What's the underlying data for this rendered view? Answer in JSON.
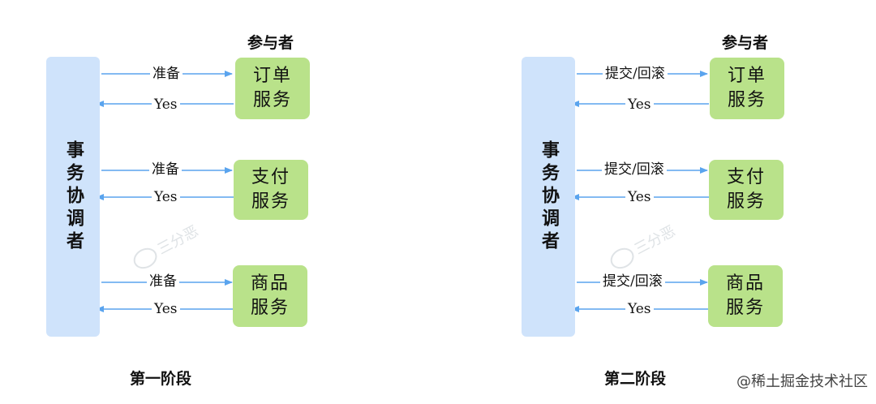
{
  "colors": {
    "coordinator_fill": "#cfe3fb",
    "service_fill": "#b9e28a",
    "arrow": "#5aa4ee"
  },
  "participants_heading": "参与者",
  "coordinator_label": "事务协调者",
  "services": [
    "订单\n服务",
    "支付\n服务",
    "商品\n服务"
  ],
  "reply_label": "Yes",
  "phases": [
    {
      "title": "第一阶段",
      "request_label": "准备"
    },
    {
      "title": "第二阶段",
      "request_label": "提交/回滚"
    }
  ],
  "watermark": "三分恶",
  "credit": "@稀土掘金技术社区"
}
